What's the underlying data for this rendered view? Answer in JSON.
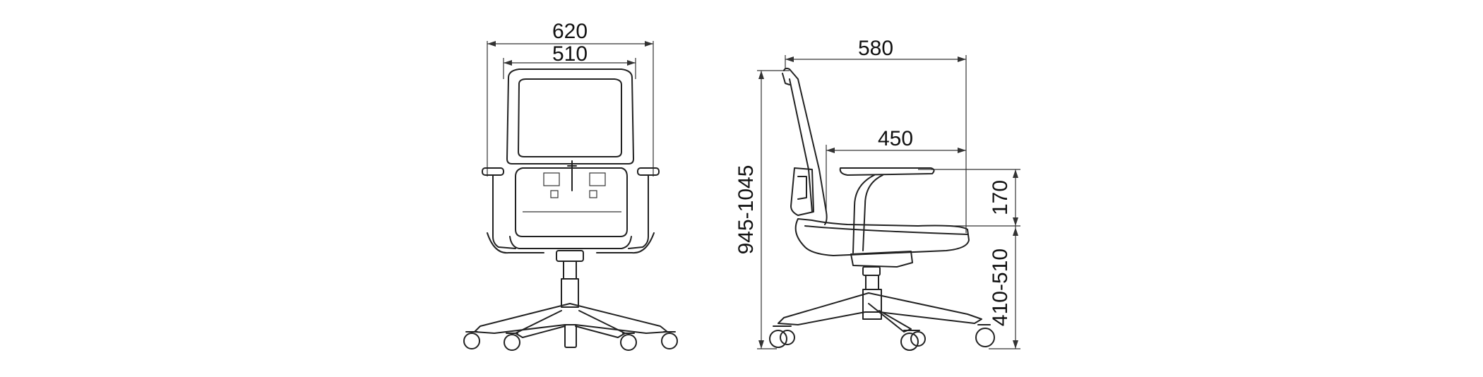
{
  "diagram": {
    "front_view": {
      "overall_width_label": "620",
      "back_width_label": "510"
    },
    "side_view": {
      "overall_depth_label": "580",
      "seat_depth_label": "450",
      "overall_height_label": "945-1045",
      "armrest_height_label": "170",
      "seat_height_label": "410-510"
    }
  }
}
